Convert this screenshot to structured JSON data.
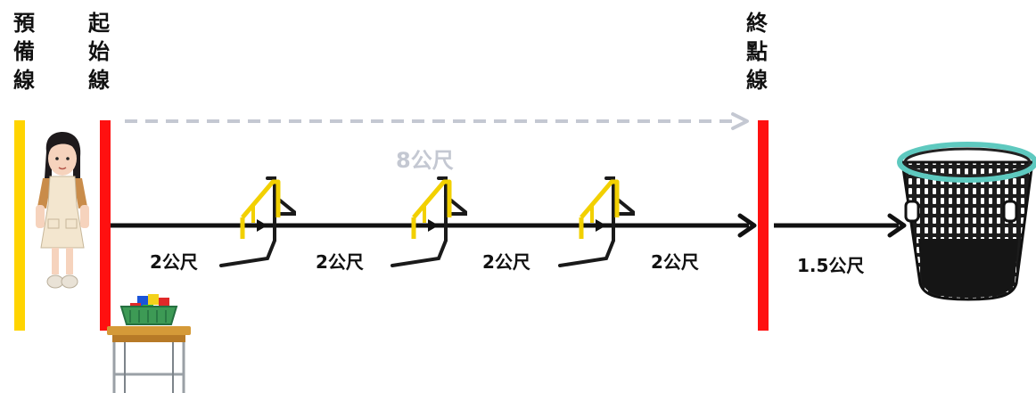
{
  "lines": {
    "prepare": {
      "label": "預備線",
      "color": "#ffd400"
    },
    "start": {
      "label": "起始線",
      "color": "#ff1010"
    },
    "finish": {
      "label": "終點線",
      "color": "#ff1010"
    }
  },
  "total_distance": "8公尺",
  "segments": [
    "2公尺",
    "2公尺",
    "2公尺",
    "2公尺"
  ],
  "to_basket": "1.5公尺",
  "colors": {
    "arrow": "#111111",
    "dashed_arrow": "#c4c8d2",
    "hurdle": "#f2d000"
  },
  "icons": [
    "girl-apron-icon",
    "hurdle-icon",
    "basket-icon",
    "beanbag-box-icon",
    "desk-icon"
  ]
}
